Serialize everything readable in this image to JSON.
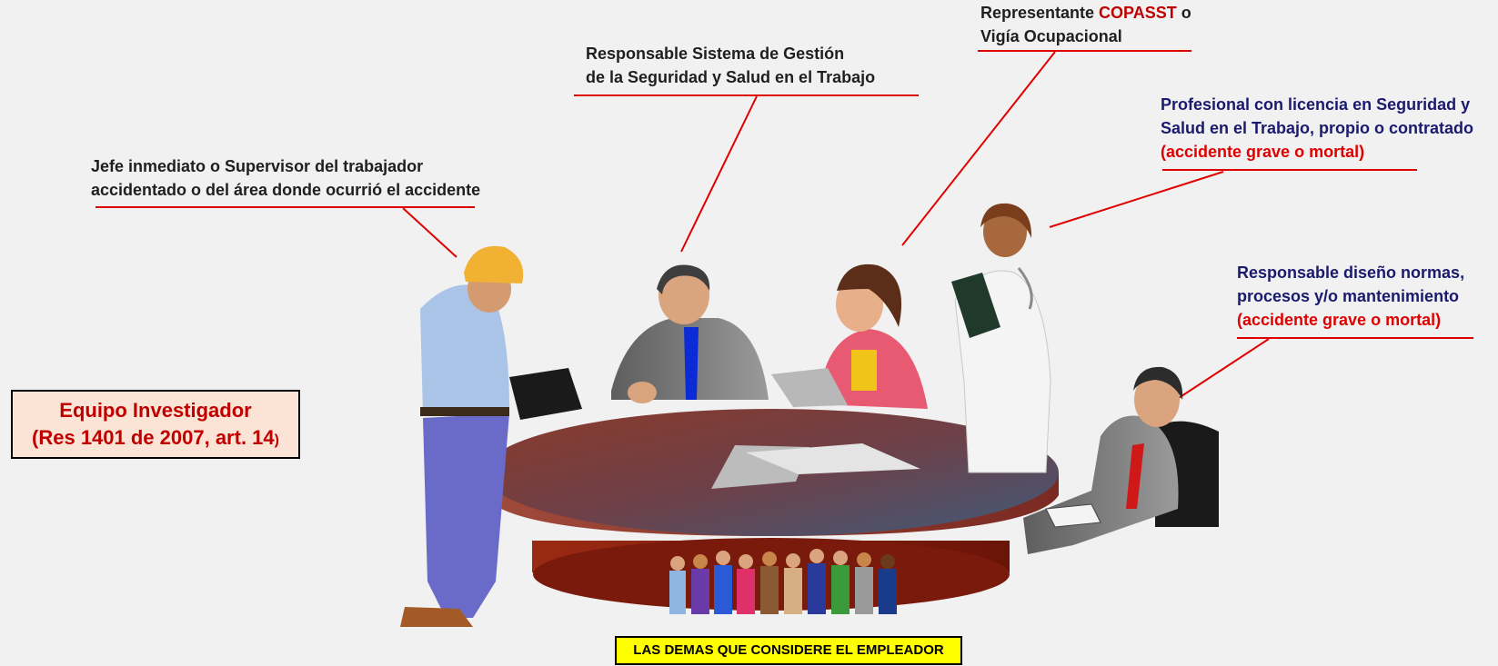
{
  "labels": {
    "jefe": {
      "line1": "Jefe inmediato o Supervisor del trabajador",
      "line2": "accidentado o del  área donde ocurrió el accidente"
    },
    "sgsst": {
      "line1": "Responsable Sistema de Gestión",
      "line2": "de la Seguridad y Salud en el Trabajo"
    },
    "copasst": {
      "prefix": "Representante ",
      "highlight": "COPASST",
      "suffix": " o",
      "line2": "Vigía Ocupacional"
    },
    "profesional": {
      "line1": "Profesional con licencia en Seguridad y",
      "line2": "Salud en el Trabajo, propio o contratado",
      "line3": "(accidente grave o mortal)"
    },
    "diseno": {
      "line1": "Responsable diseño normas,",
      "line2": "procesos y/o mantenimiento",
      "line3": "(accidente grave o mortal)"
    }
  },
  "equipo": {
    "title": "Equipo Investigador",
    "subtitle": "(Res 1401 de 2007, art. 14",
    "subtitle_close": ")"
  },
  "demas": "LAS DEMAS QUE CONSIDERE EL EMPLEADOR",
  "colors": {
    "background": "#f1f1f1",
    "connector": "#e00000",
    "accent_red": "#c00000",
    "navy": "#1a1a6e",
    "box_fill": "#fbe4d5",
    "highlight_yellow": "#ffff00",
    "table_top": "#7a3f3a",
    "table_base": "#8b1a0f"
  }
}
